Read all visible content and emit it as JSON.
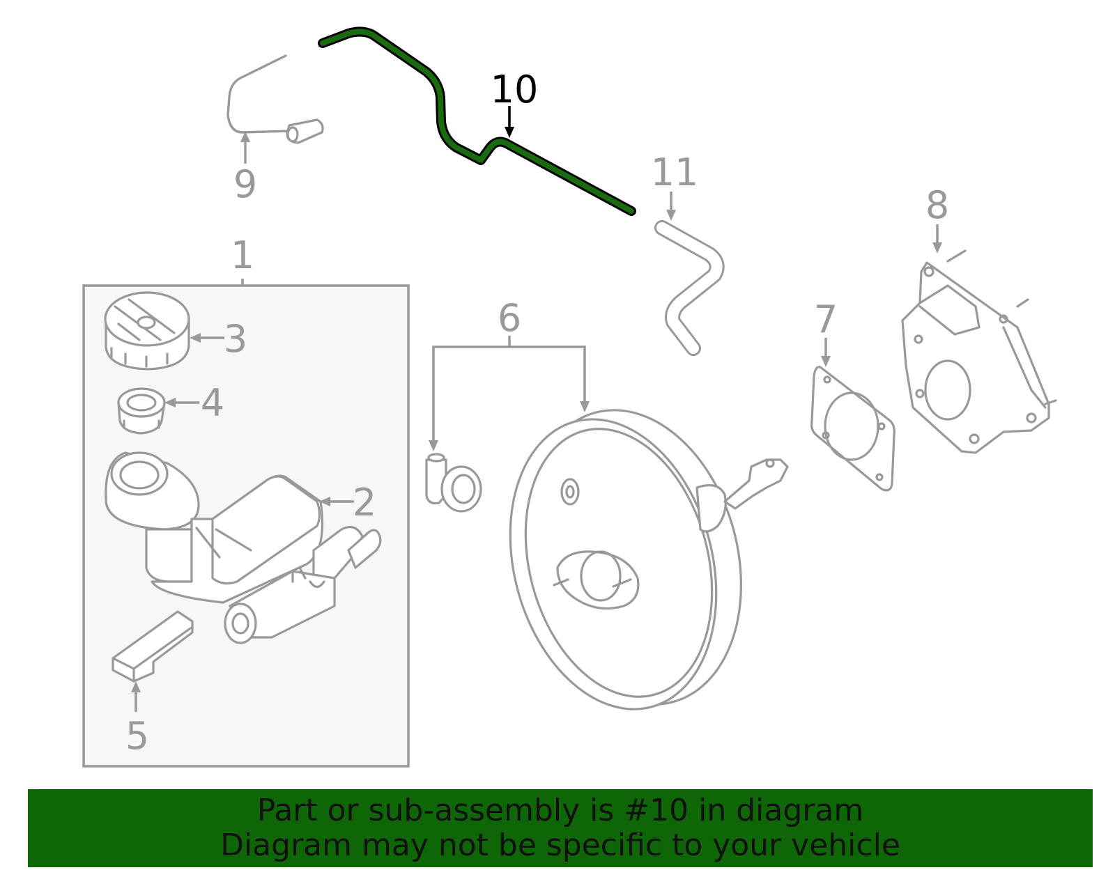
{
  "callouts": {
    "c1": "1",
    "c2": "2",
    "c3": "3",
    "c4": "4",
    "c5": "5",
    "c6": "6",
    "c7": "7",
    "c8": "8",
    "c9": "9",
    "c10": "10",
    "c11": "11"
  },
  "highlight": {
    "part_number": "10",
    "color": "#0f6607"
  },
  "banner": {
    "line1": "Part or sub-assembly is #10 in diagram",
    "line2": "Diagram may not be specific to your vehicle",
    "background": "#0f6607"
  }
}
